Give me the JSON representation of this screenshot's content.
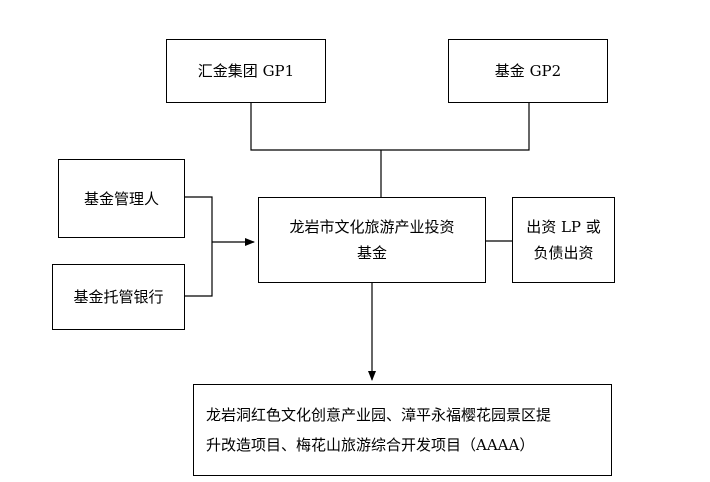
{
  "nodes": {
    "gp1": "汇金集团 GP1",
    "gp2": "基金 GP2",
    "manager": "基金管理人",
    "custodian": "基金托管银行",
    "fund_line1": "龙岩市文化旅游产业投资",
    "fund_line2": "基金",
    "lp_line1": "出资 LP 或",
    "lp_line2": "负债出资",
    "projects_line1": "龙岩洞红色文化创意产业园、漳平永福樱花园景区提",
    "projects_line2": "升改造项目、梅花山旅游综合开发项目（AAAA）"
  }
}
